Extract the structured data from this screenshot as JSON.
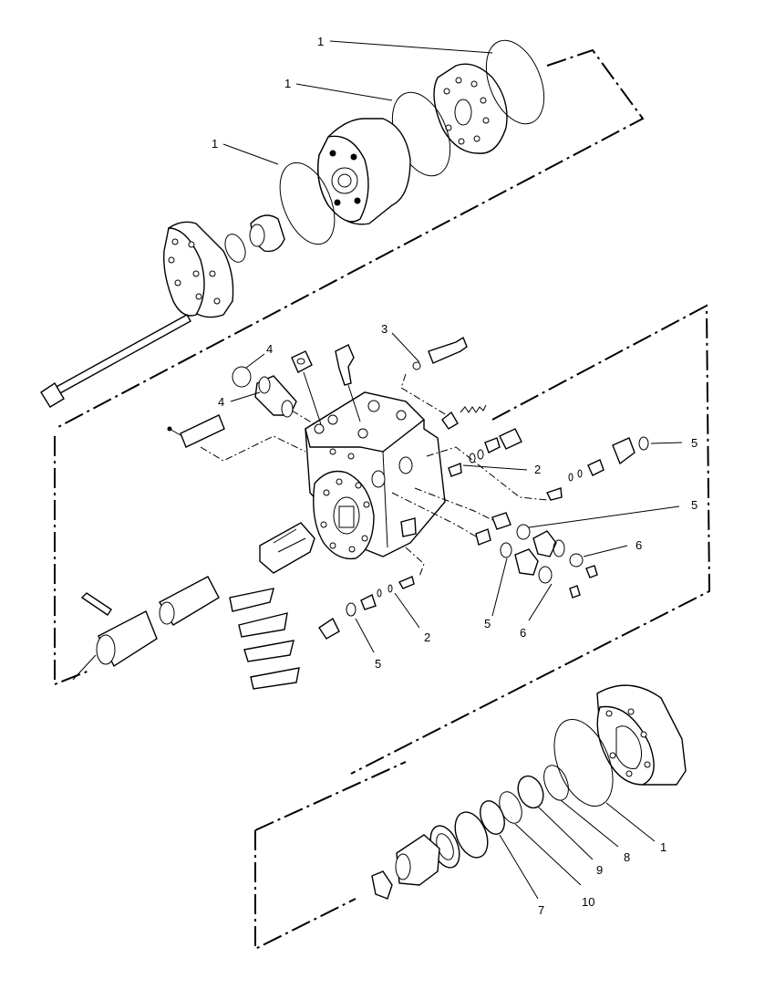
{
  "callouts": {
    "c1_a": "1",
    "c1_b": "1",
    "c1_c": "1",
    "c2_a": "2",
    "c2_b": "2",
    "c3": "3",
    "c4_a": "4",
    "c4_b": "4",
    "c5_a": "5",
    "c5_b": "5",
    "c5_c": "5",
    "c5_d": "5",
    "c6_a": "6",
    "c6_b": "6",
    "c7": "7",
    "c8": "8",
    "c9": "9",
    "c10": "10",
    "c1_d": "1"
  },
  "line_color": "#000000",
  "background_color": "#ffffff"
}
